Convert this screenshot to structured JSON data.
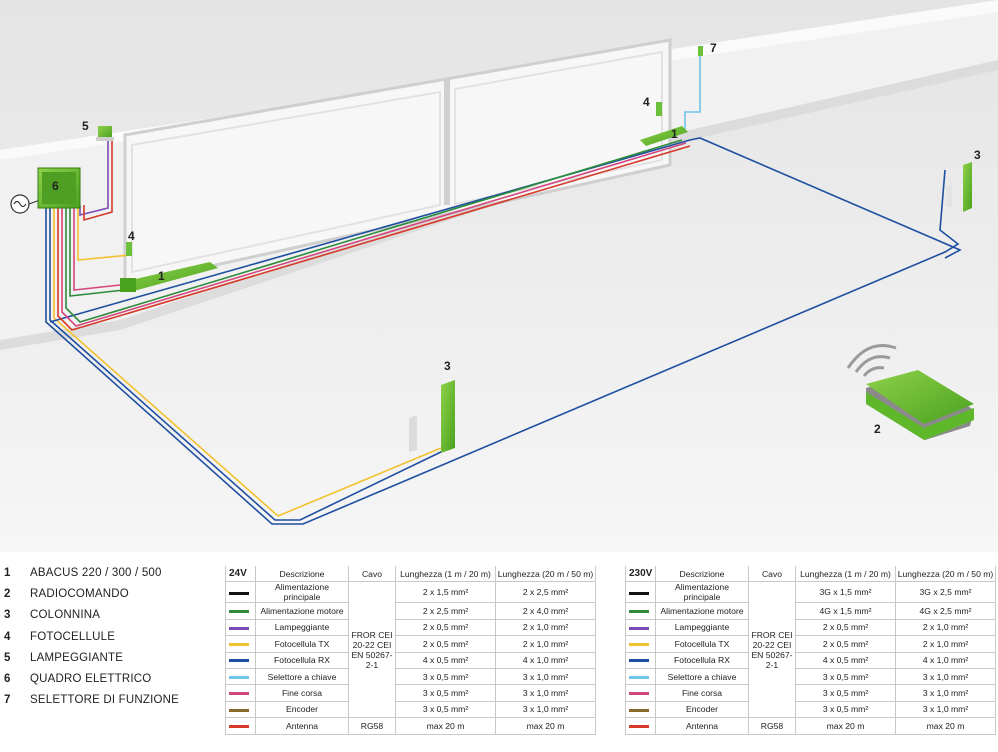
{
  "diagram": {
    "callouts": [
      "1",
      "1",
      "2",
      "3",
      "3",
      "4",
      "4",
      "5",
      "6",
      "7"
    ]
  },
  "legend": [
    {
      "num": "1",
      "label": "ABACUS 220 / 300 / 500"
    },
    {
      "num": "2",
      "label": "RADIOCOMANDO"
    },
    {
      "num": "3",
      "label": "COLONNINA"
    },
    {
      "num": "4",
      "label": "FOTOCELLULE"
    },
    {
      "num": "5",
      "label": "LAMPEGGIANTE"
    },
    {
      "num": "6",
      "label": "QUADRO ELETTRICO"
    },
    {
      "num": "7",
      "label": "SELETTORE DI FUNZIONE"
    }
  ],
  "table24": {
    "headers": [
      "24V",
      "Descrizione",
      "Cavo",
      "Lunghezza (1 m / 20 m)",
      "Lunghezza (20 m / 50 m)"
    ],
    "cable": "FROR CEI 20-22 CEI EN 50267-2-1",
    "rows": [
      {
        "color": "#111111",
        "desc": "Alimentazione principale",
        "l1": "2 x 1,5 mm²",
        "l2": "2 x 2,5 mm²"
      },
      {
        "color": "#2e8b3a",
        "desc": "Alimentazione motore",
        "l1": "2 x 2,5 mm²",
        "l2": "2 x 4,0 mm²"
      },
      {
        "color": "#7b4bb5",
        "desc": "Lampeggiante",
        "l1": "2 x 0,5 mm²",
        "l2": "2 x 1,0 mm²"
      },
      {
        "color": "#f2c12e",
        "desc": "Fotocellula TX",
        "l1": "2 x 0,5 mm²",
        "l2": "2 x 1,0 mm²"
      },
      {
        "color": "#1f4fa0",
        "desc": "Fotocellula RX",
        "l1": "4 x 0,5 mm²",
        "l2": "4 x 1,0 mm²"
      },
      {
        "color": "#6fc4e8",
        "desc": "Selettore a chiave",
        "l1": "3 x 0,5 mm²",
        "l2": "3 x 1,0 mm²"
      },
      {
        "color": "#d4477e",
        "desc": "Fine corsa",
        "l1": "3 x 0,5 mm²",
        "l2": "3 x 1,0 mm²"
      },
      {
        "color": "#8a6a2a",
        "desc": "Encoder",
        "l1": "3 x 0,5 mm²",
        "l2": "3 x 1,0 mm²"
      },
      {
        "color": "#d63a2a",
        "desc": "Antenna",
        "cable": "RG58",
        "l1": "max 20 m",
        "l2": "max 20 m"
      }
    ]
  },
  "table230": {
    "headers": [
      "230V",
      "Descrizione",
      "Cavo",
      "Lunghezza (1 m / 20 m)",
      "Lunghezza (20 m / 50 m)"
    ],
    "cable": "FROR CEI 20-22 CEI EN 50267-2-1",
    "rows": [
      {
        "color": "#111111",
        "desc": "Alimentazione principale",
        "l1": "3G x 1,5 mm²",
        "l2": "3G x 2,5 mm²"
      },
      {
        "color": "#2e8b3a",
        "desc": "Alimentazione motore",
        "l1": "4G x 1,5 mm²",
        "l2": "4G x 2,5 mm²"
      },
      {
        "color": "#7b4bb5",
        "desc": "Lampeggiante",
        "l1": "2 x 0,5 mm²",
        "l2": "2 x 1,0 mm²"
      },
      {
        "color": "#f2c12e",
        "desc": "Fotocellula TX",
        "l1": "2 x 0,5 mm²",
        "l2": "2 x 1,0 mm²"
      },
      {
        "color": "#1f4fa0",
        "desc": "Fotocellula RX",
        "l1": "4 x 0,5 mm²",
        "l2": "4 x 1,0 mm²"
      },
      {
        "color": "#6fc4e8",
        "desc": "Selettore a chiave",
        "l1": "3 x 0,5 mm²",
        "l2": "3 x 1,0 mm²"
      },
      {
        "color": "#d4477e",
        "desc": "Fine corsa",
        "l1": "3 x 0,5 mm²",
        "l2": "3 x 1,0 mm²"
      },
      {
        "color": "#8a6a2a",
        "desc": "Encoder",
        "l1": "3 x 0,5 mm²",
        "l2": "3 x 1,0 mm²"
      },
      {
        "color": "#d63a2a",
        "desc": "Antenna",
        "cable": "RG58",
        "l1": "max 20 m",
        "l2": "max 20 m"
      }
    ]
  }
}
